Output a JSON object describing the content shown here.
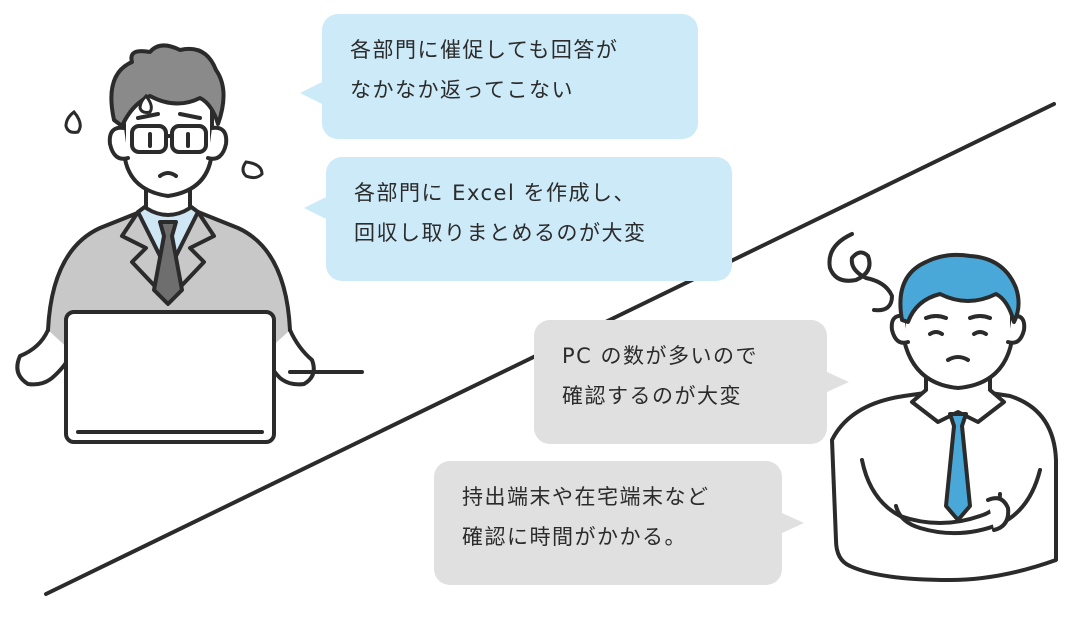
{
  "bubbles": {
    "b1": {
      "line1": "各部門に催促しても回答が",
      "line2": "なかなか返ってこない"
    },
    "b2": {
      "line1": "各部門に Excel を作成し、",
      "line2": "回収し取りまとめるのが大変"
    },
    "b3": {
      "line1": "PC の数が多いので",
      "line2": "確認するのが大変"
    },
    "b4": {
      "line1": "持出端末や在宅端末など",
      "line2": "確認に時間がかかる。"
    }
  },
  "colors": {
    "bubble_blue": "#cdeaf8",
    "bubble_gray": "#e0e0e0",
    "outline": "#2b2b2b",
    "suit_gray": "#c8c8c8",
    "hair_gray": "#8a8a8a",
    "shirt_blue": "#cfe6f5",
    "tie_blue": "#49a8d8",
    "hair_blue": "#49a8d8"
  },
  "icons": {
    "left_figure": "worried-office-worker-with-laptop-icon",
    "right_figure": "troubled-man-arms-crossed-icon",
    "sweat": "sweat-drop-icon",
    "confusion": "confusion-swirl-icon"
  }
}
